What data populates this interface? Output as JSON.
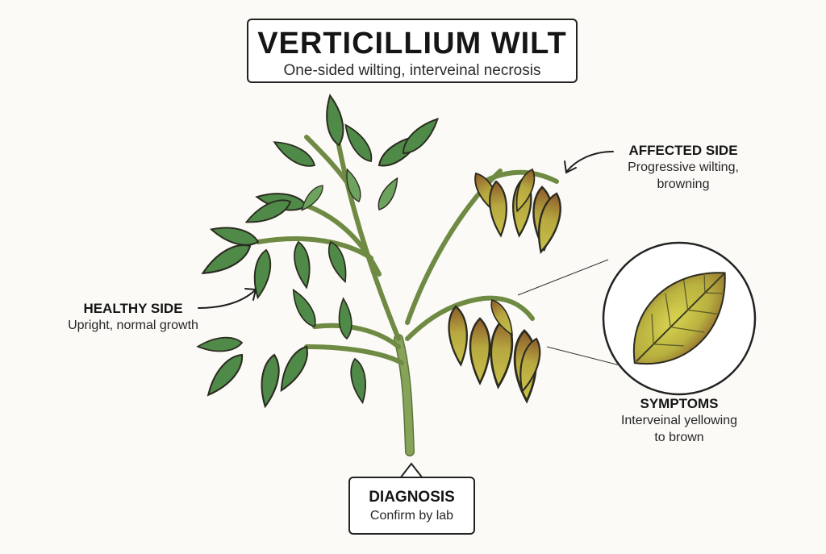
{
  "header": {
    "title": "VERTICILLIUM WILT",
    "subtitle": "One-sided wilting, interveinal necrosis"
  },
  "callouts": {
    "affected": {
      "heading": "AFFECTED SIDE",
      "line1": "Progressive wilting,",
      "line2": "browning"
    },
    "healthy": {
      "heading": "HEALTHY SIDE",
      "line1": "Upright, normal growth"
    },
    "symptoms": {
      "heading": "SYMPTOMS",
      "line1": "Interveinal yellowing",
      "line2": "to brown"
    },
    "diagnosis": {
      "heading": "DIAGNOSIS",
      "line1": "Confirm by lab"
    }
  },
  "colors": {
    "healthy_leaf": "#4f8a48",
    "healthy_leaf_light": "#6ea35f",
    "affected_leaf": "#a8b244",
    "affected_leaf_yellow": "#d3c34c",
    "browning": "#8c5a2b",
    "stem": "#7e9a52",
    "outline": "#2b2b20"
  },
  "icons": {
    "illustration": "tomato-plant-illustration",
    "magnifier": "leaf-magnifier-inset"
  }
}
